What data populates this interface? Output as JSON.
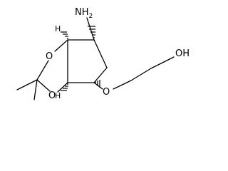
{
  "molecule": {
    "atoms": {
      "amine": "NH",
      "amine_sub": "2",
      "hydroxyl": "OH",
      "ether_o": "O",
      "dioxole_o1": "O",
      "dioxole_o2": "O",
      "h_top": "H",
      "h_bottom": "H"
    }
  }
}
